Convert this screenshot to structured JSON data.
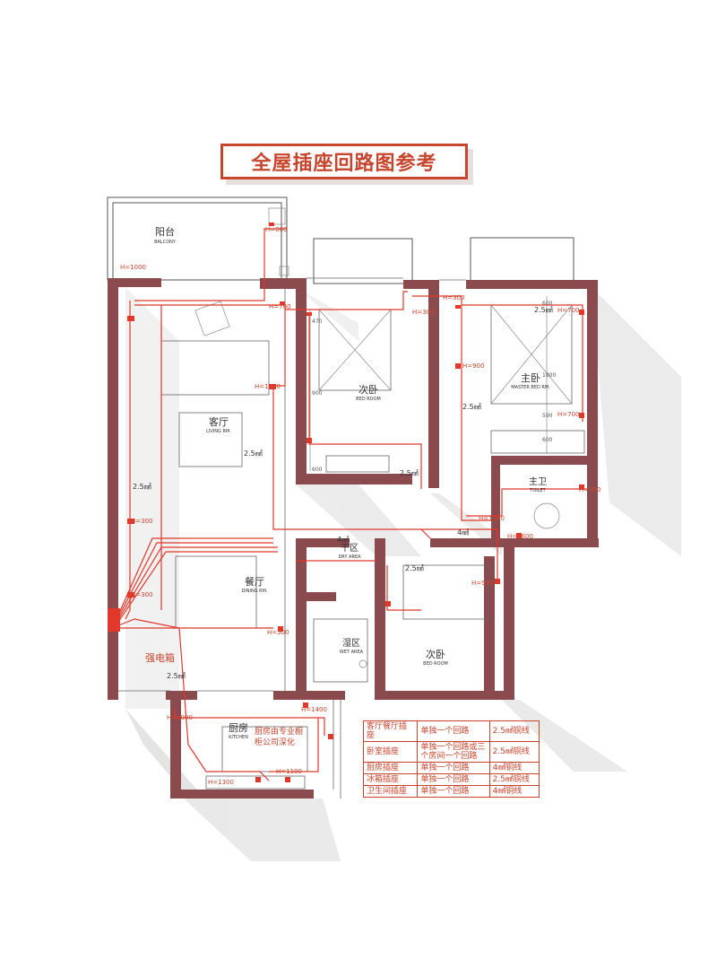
{
  "title": "全屋插座回路图参考",
  "colors": {
    "wall": "#8b4a4d",
    "wire": "#e0382a",
    "text": "#333333",
    "accent": "#c8452d"
  },
  "rooms": {
    "balcony": {
      "cn": "阳台",
      "en": "BALCONY"
    },
    "living": {
      "cn": "客厅",
      "en": "LIVING RM."
    },
    "dining": {
      "cn": "餐厅",
      "en": "DINING RM."
    },
    "bedroom2": {
      "cn": "次卧",
      "en": "BED ROOM"
    },
    "master": {
      "cn": "主卧",
      "en": "MASTER BED RM."
    },
    "toilet": {
      "cn": "主卫",
      "en": "TOILET"
    },
    "dry": {
      "cn": "干区",
      "en": "DRY AREA"
    },
    "wet": {
      "cn": "湿区",
      "en": "WET AREA"
    },
    "bedroom3": {
      "cn": "次卧",
      "en": "BED ROOM"
    },
    "kitchen": {
      "cn": "厨房",
      "en": "KITCHEN"
    }
  },
  "kitchen_note": [
    "厨房由专业橱",
    "柜公司深化"
  ],
  "panel_label": "强电箱",
  "heights": {
    "h600": "H=600",
    "h700a": "H=700",
    "h300a": "H=300",
    "h1000": "H=1000",
    "h900": "H=900",
    "h700b": "H=700",
    "h700c": "H=700",
    "h300b": "H=300",
    "h300c": "H=300",
    "h1600": "H=1600",
    "h1300": "H=1300",
    "h1000b": "H=1000",
    "h300d": "H=300",
    "h300e": "H=300",
    "h500": "H=500",
    "h900b": "H=900",
    "h1400": "H=1400",
    "h2000": "H=2000",
    "h1100": "H=1100",
    "h1300b": "H=1300"
  },
  "wires": {
    "w1": "2.5㎟",
    "w2": "2.5㎟",
    "w3": "2.5㎟",
    "w4": "2.5㎟",
    "w5": "2.5㎟",
    "w6": "2.5㎟",
    "w7": "4㎟",
    "w8": "4㎟",
    "w9": "2.5㎟"
  },
  "dims": {
    "d1": "600",
    "d2": "1800",
    "d3": "590",
    "d4": "600",
    "d5": "470",
    "d6": "900",
    "d7": "600"
  },
  "legend": [
    {
      "type": "客厅餐厅插座",
      "circuit": "单独一个回路",
      "wire": "2.5㎟铜线"
    },
    {
      "type": "卧室插座",
      "circuit": "单独一个回路或三个房间一个回路",
      "wire": "2.5㎟铜线"
    },
    {
      "type": "厨房插座",
      "circuit": "单独一个回路",
      "wire": "4㎟铜线"
    },
    {
      "type": "冰箱插座",
      "circuit": "单独一个回路",
      "wire": "2.5㎟铜线"
    },
    {
      "type": "卫生间插座",
      "circuit": "单独一个回路",
      "wire": "4㎟铜线"
    }
  ]
}
